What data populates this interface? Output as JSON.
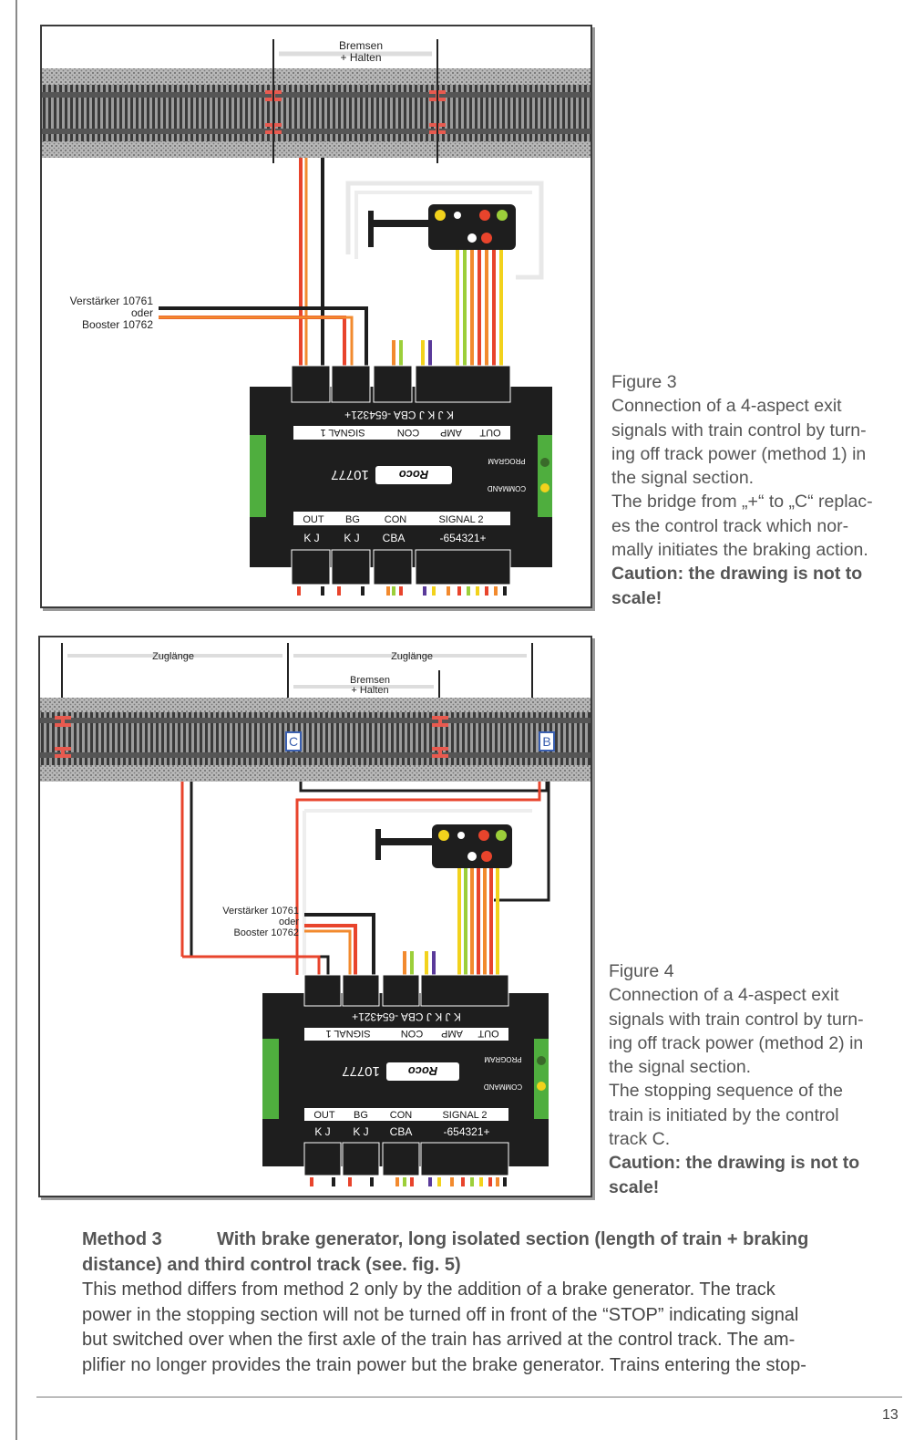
{
  "figure3": {
    "brake_label_1": "Bremsen",
    "brake_label_2": "+ Halten",
    "booster_1": "Verstärker 10761",
    "booster_2": "oder",
    "booster_3": "Booster 10762",
    "caption_title": "Figure 3",
    "caption_lines": [
      "Connection of a 4-aspect exit",
      "signals with train control by turn-",
      "ing off track power (method 1) in",
      "the signal section.",
      "The bridge from „+“ to „C“ replac-",
      "es the control track which nor-",
      "mally initiates the braking action."
    ],
    "caution_lines": [
      "Caution: the drawing is not to",
      "scale!"
    ]
  },
  "figure4": {
    "train_length_1": "Zuglänge",
    "train_length_2": "Zuglänge",
    "brake_label_1": "Bremsen",
    "brake_label_2": "+ Halten",
    "track_c": "C",
    "track_b": "B",
    "booster_1": "Verstärker 10761",
    "booster_2": "oder",
    "booster_3": "Booster 10762",
    "caption_title": "Figure 4",
    "caption_lines": [
      "Connection of a 4-aspect exit",
      "signals with train control by turn-",
      "ing off track power (method 2) in",
      "the signal section.",
      "The stopping sequence of the",
      "train is initiated by the control",
      "track C."
    ],
    "caution_lines": [
      "Caution: the drawing is not to",
      "scale!"
    ]
  },
  "module": {
    "top_terminals": "K J   K J  CBA  -654321+",
    "top_groups": [
      "OUT",
      "AMP",
      "CON",
      "SIGNAL 1"
    ],
    "bottom_groups": [
      "OUT",
      "BG",
      "CON",
      "SIGNAL 2"
    ],
    "bottom_terminals": [
      "K J",
      "K J",
      "CBA",
      "-654321+"
    ],
    "brand": "Roco",
    "model": "10777",
    "program": "PROGRAM",
    "command": "COMMAND"
  },
  "method3": {
    "number": "Method 3",
    "heading_rest": "With brake generator, long isolated section (length of train + braking",
    "heading_line2": "distance) and third control track (see. fig. 5)",
    "body_lines": [
      "This method differs from method 2 only by the addition of a brake generator. The track",
      "power in the stopping section will not be turned off in front of the “STOP” indicating signal",
      "but switched over when the first axle of the train has arrived at the control track. The am-",
      "plifier no longer provides the train power but the brake generator. Trains entering the stop-"
    ]
  },
  "page_number": "13",
  "colors": {
    "wire_red": "#e8442c",
    "wire_orange": "#f28a2e",
    "wire_yellow": "#f2d21c",
    "wire_green": "#9ccf3a",
    "wire_purple": "#5a3a9a",
    "module_body": "#1e1e1e",
    "module_side_green": "#4fae3e",
    "track_dark": "#3c3c3c"
  }
}
